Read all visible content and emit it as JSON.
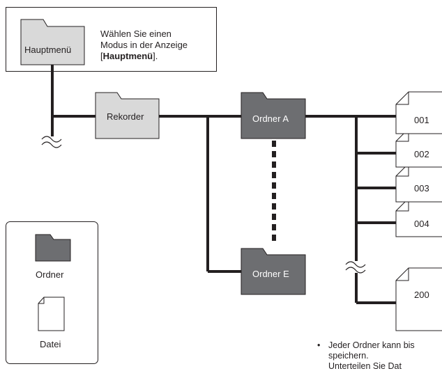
{
  "main_menu": {
    "folder_label": "Hauptmenü",
    "caption_line1": "Wählen Sie einen",
    "caption_line2": "Modus in der Anzeige",
    "caption_open": "[",
    "caption_bold": "Hauptmenü",
    "caption_close": "]."
  },
  "recorder_label": "Rekorder",
  "folder_a_label": "Ordner A",
  "folder_e_label": "Ordner E",
  "files": [
    "001",
    "002",
    "003",
    "004",
    "200"
  ],
  "legend": {
    "folder_label": "Ordner",
    "file_label": "Datei"
  },
  "note": {
    "bullet": "•",
    "line1": "Jeder Ordner kann bis",
    "line2": "speichern.",
    "line3": "Unterteilen Sie Dat"
  },
  "colors": {
    "line": "#231f20",
    "folder_light": "#d9d9d9",
    "folder_dark": "#6d6e71",
    "folder_text_dark": "#ffffff"
  }
}
